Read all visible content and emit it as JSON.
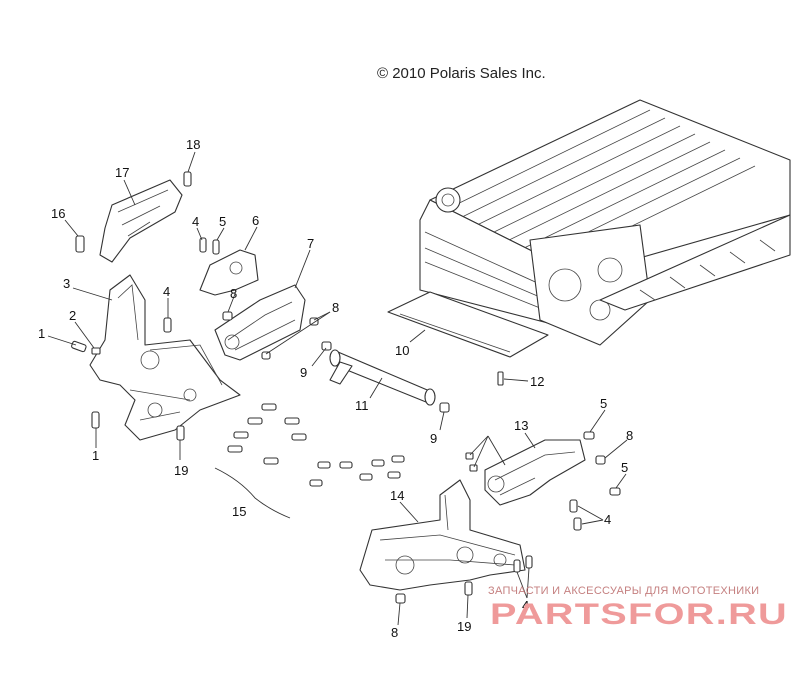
{
  "copyright": "© 2010 Polaris Sales Inc.",
  "watermark": {
    "line1": "ЗАПЧАСТИ И АКСЕССУАРЫ ДЛЯ МОТОТЕХНИКИ",
    "line2": "PARTSFOR.RU"
  },
  "callouts": {
    "c1a": "1",
    "c1b": "1",
    "c2": "2",
    "c3": "3",
    "c4a": "4",
    "c4b": "4",
    "c4c": "4",
    "c4d": "4",
    "c5a": "5",
    "c5b": "5",
    "c5c": "5",
    "c6": "6",
    "c7": "7",
    "c8a": "8",
    "c8b": "8",
    "c8c": "8",
    "c8d": "8",
    "c9a": "9",
    "c9b": "9",
    "c10": "10",
    "c11": "11",
    "c12": "12",
    "c13": "13",
    "c14": "14",
    "c15": "15",
    "c16": "16",
    "c17": "17",
    "c18": "18",
    "c19a": "19",
    "c19b": "19"
  }
}
